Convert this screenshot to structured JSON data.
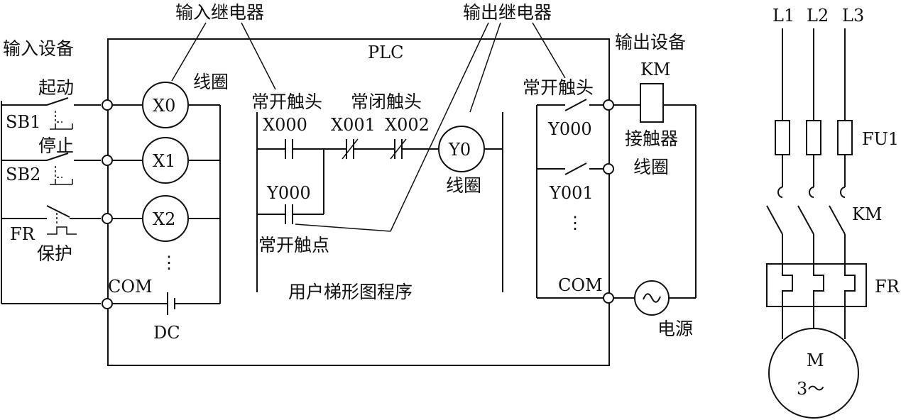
{
  "plc": {
    "title": "PLC",
    "program": "用户梯形图程序"
  },
  "input": {
    "device_label": "输入设备",
    "relay_label": "输入继电器",
    "coil_label": "线圈",
    "start_label": "起动",
    "stop_label": "停止",
    "protect_label": "保护",
    "sb1": "SB1",
    "sb2": "SB2",
    "fr": "FR",
    "coils": [
      "X0",
      "X1",
      "X2"
    ],
    "dots": "⋮",
    "com": "COM",
    "dc": "DC"
  },
  "ladder": {
    "no_contact_label": "常开触头",
    "nc_contact_label": "常闭触头",
    "contacts": [
      "X000",
      "X001",
      "X002"
    ],
    "seal_in": "Y000",
    "coil": "Y0",
    "coil_label": "线圈",
    "no_point_label": "常开触点"
  },
  "output": {
    "relay_label": "输出继电器",
    "device_label": "输出设备",
    "no_contact_label": "常开触头",
    "contacts": [
      "Y000",
      "Y001"
    ],
    "dots": "⋮",
    "com": "COM",
    "km": "KM",
    "contactor_label": "接触器",
    "contactor_coil_label": "线圈",
    "power_label": "电源"
  },
  "motor_circuit": {
    "phases": [
      "L1",
      "L2",
      "L3"
    ],
    "fuse": "FU1",
    "contactor": "KM",
    "overload": "FR",
    "motor": "M",
    "motor_type": "3～"
  }
}
